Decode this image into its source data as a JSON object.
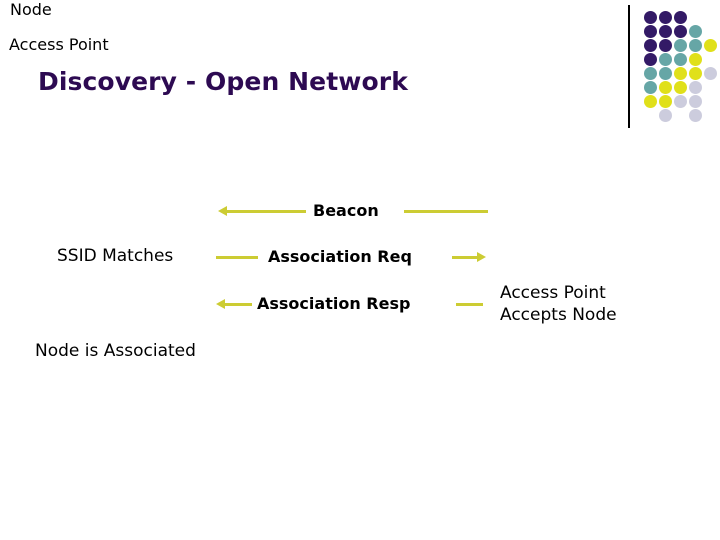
{
  "slide": {
    "title": "Discovery - Open Network",
    "title_color": "#2d0a52",
    "background": "#ffffff"
  },
  "decoration": {
    "rule_color": "#000000",
    "dot_colors": {
      "purple": "#331a66",
      "teal": "#66a6a6",
      "yellow": "#e0e01a",
      "lavender": "#ccccdd"
    },
    "dot_rows": [
      [
        "purple",
        "purple",
        "purple",
        null,
        null
      ],
      [
        "purple",
        "purple",
        "purple",
        "teal",
        null
      ],
      [
        "purple",
        "purple",
        "teal",
        "teal",
        "yellow"
      ],
      [
        "purple",
        "teal",
        "teal",
        "yellow",
        null
      ],
      [
        "teal",
        "teal",
        "yellow",
        "yellow",
        "lavender"
      ],
      [
        "teal",
        "yellow",
        "yellow",
        "lavender",
        null
      ],
      [
        "yellow",
        "yellow",
        "lavender",
        "lavender",
        null
      ],
      [
        null,
        "lavender",
        null,
        "lavender",
        null
      ]
    ]
  },
  "diagram": {
    "arrow_color": "#cccc33",
    "box_fill": "#808080",
    "box_border": "#1a1a1a",
    "node_box_label": "Node",
    "access_point_box_label": "Access Point",
    "messages": [
      {
        "label": "Beacon",
        "direction": "left"
      },
      {
        "label": "Association Req",
        "direction": "right"
      },
      {
        "label": "Association Resp",
        "direction": "left"
      }
    ],
    "node_side_notes": [
      "SSID Matches",
      "Node is Associated"
    ],
    "ap_side_note_line1": "Access Point",
    "ap_side_note_line2": "Accepts Node"
  }
}
